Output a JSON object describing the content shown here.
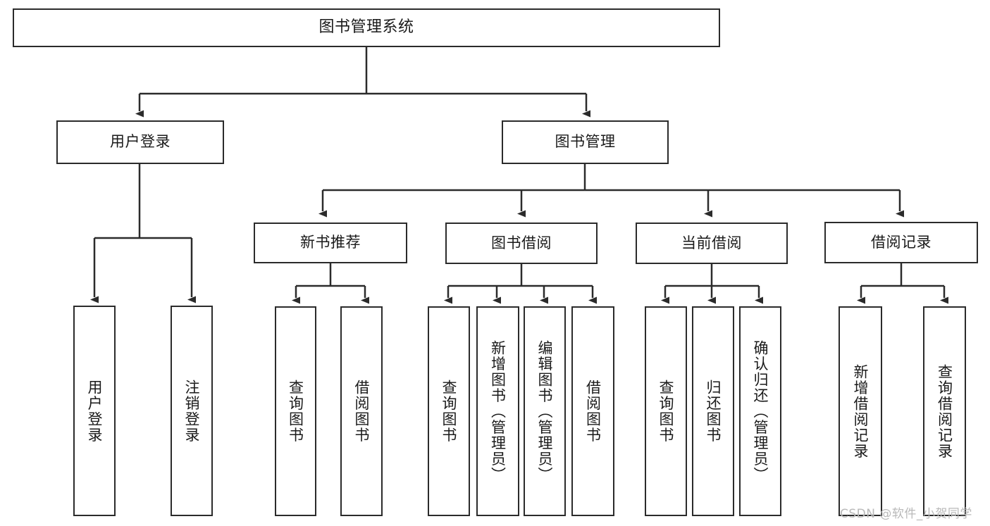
{
  "diagram": {
    "title": "图书管理系统",
    "type": "hierarchy-tree",
    "colors": {
      "box_border": "#2b2b2b",
      "box_fill": "#ffffff",
      "connector": "#333333",
      "text": "#1a1a1a",
      "watermark": "#b9b9b9"
    },
    "nodes": {
      "root": {
        "label": "图书管理系统",
        "level": 1
      },
      "level2": [
        {
          "id": "user-login",
          "label": "用户登录"
        },
        {
          "id": "book-management",
          "label": "图书管理"
        }
      ],
      "level3": [
        {
          "id": "new-book-recommend",
          "label": "新书推荐",
          "parent": "book-management"
        },
        {
          "id": "book-borrow",
          "label": "图书借阅",
          "parent": "book-management"
        },
        {
          "id": "current-borrow",
          "label": "当前借阅",
          "parent": "book-management"
        },
        {
          "id": "borrow-record",
          "label": "借阅记录",
          "parent": "book-management"
        }
      ],
      "leaves": [
        {
          "id": "leaf-user-login",
          "label": "用户登录",
          "parent": "user-login"
        },
        {
          "id": "leaf-logout",
          "label": "注销登录",
          "parent": "user-login"
        },
        {
          "id": "leaf-query-book-1",
          "label": "查询图书",
          "parent": "new-book-recommend"
        },
        {
          "id": "leaf-borrow-book-1",
          "label": "借阅图书",
          "parent": "new-book-recommend"
        },
        {
          "id": "leaf-query-book-2",
          "label": "查询图书",
          "parent": "book-borrow"
        },
        {
          "id": "leaf-add-book",
          "label": "新增图书（管理员）",
          "parent": "book-borrow"
        },
        {
          "id": "leaf-edit-book",
          "label": "编辑图书（管理员）",
          "parent": "book-borrow"
        },
        {
          "id": "leaf-borrow-book-2",
          "label": "借阅图书",
          "parent": "book-borrow"
        },
        {
          "id": "leaf-query-book-3",
          "label": "查询图书",
          "parent": "current-borrow"
        },
        {
          "id": "leaf-return-book",
          "label": "归还图书",
          "parent": "current-borrow"
        },
        {
          "id": "leaf-confirm-return",
          "label": "确认归还（管理员）",
          "parent": "current-borrow"
        },
        {
          "id": "leaf-add-record",
          "label": "新增借阅记录",
          "parent": "borrow-record"
        },
        {
          "id": "leaf-query-record",
          "label": "查询借阅记录",
          "parent": "borrow-record"
        }
      ]
    },
    "watermark": "CSDN @软件_小贺同学"
  }
}
